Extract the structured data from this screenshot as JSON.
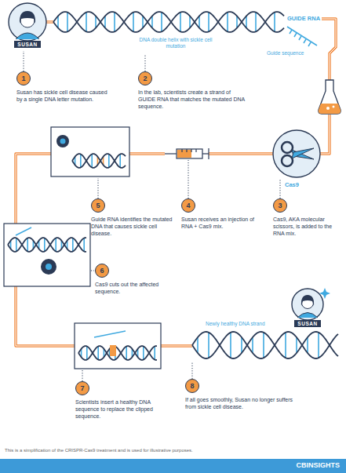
{
  "diagram": {
    "nodes": [
      {
        "text": [
          "SUSAN"
        ]
      },
      {
        "text": [
          "1",
          "Susan has sickle cell disease caused by a single DNA letter mutation."
        ]
      },
      {
        "text": [
          "2",
          "In the lab, scientists create a strand of GUIDE RNA that matches the mutated DNA sequence."
        ]
      },
      {
        "text": [
          "3",
          "Cas9, AKA molecular scissors, is added to the RNA mix."
        ]
      },
      {
        "text": [
          "4",
          "Susan receives an injection of RNA + Cas9 mix."
        ]
      },
      {
        "text": [
          "5",
          "Guide RNA identifies the mutated DNA that causes sickle cell disease."
        ]
      },
      {
        "text": [
          "6",
          "Cas9 cuts out the affected sequence."
        ]
      },
      {
        "text": [
          "7",
          "Scientists insert a healthy DNA sequence to replace the clipped sequence."
        ]
      },
      {
        "text": [
          "8",
          "If all goes smoothly, Susan no longer suffers from sickle cell disease."
        ]
      },
      {
        "text": [
          "SUSAN"
        ]
      }
    ],
    "labels": [
      "DNA double helix with sickle cell mutation",
      "GUIDE RNA",
      "Guide sequence",
      "Cas9",
      "Newly healthy DNA strand",
      "This is a simplification of the CRISPR-Cas9 treatment and is used for illustrative purposes.",
      "CBINSIGHTS"
    ]
  }
}
